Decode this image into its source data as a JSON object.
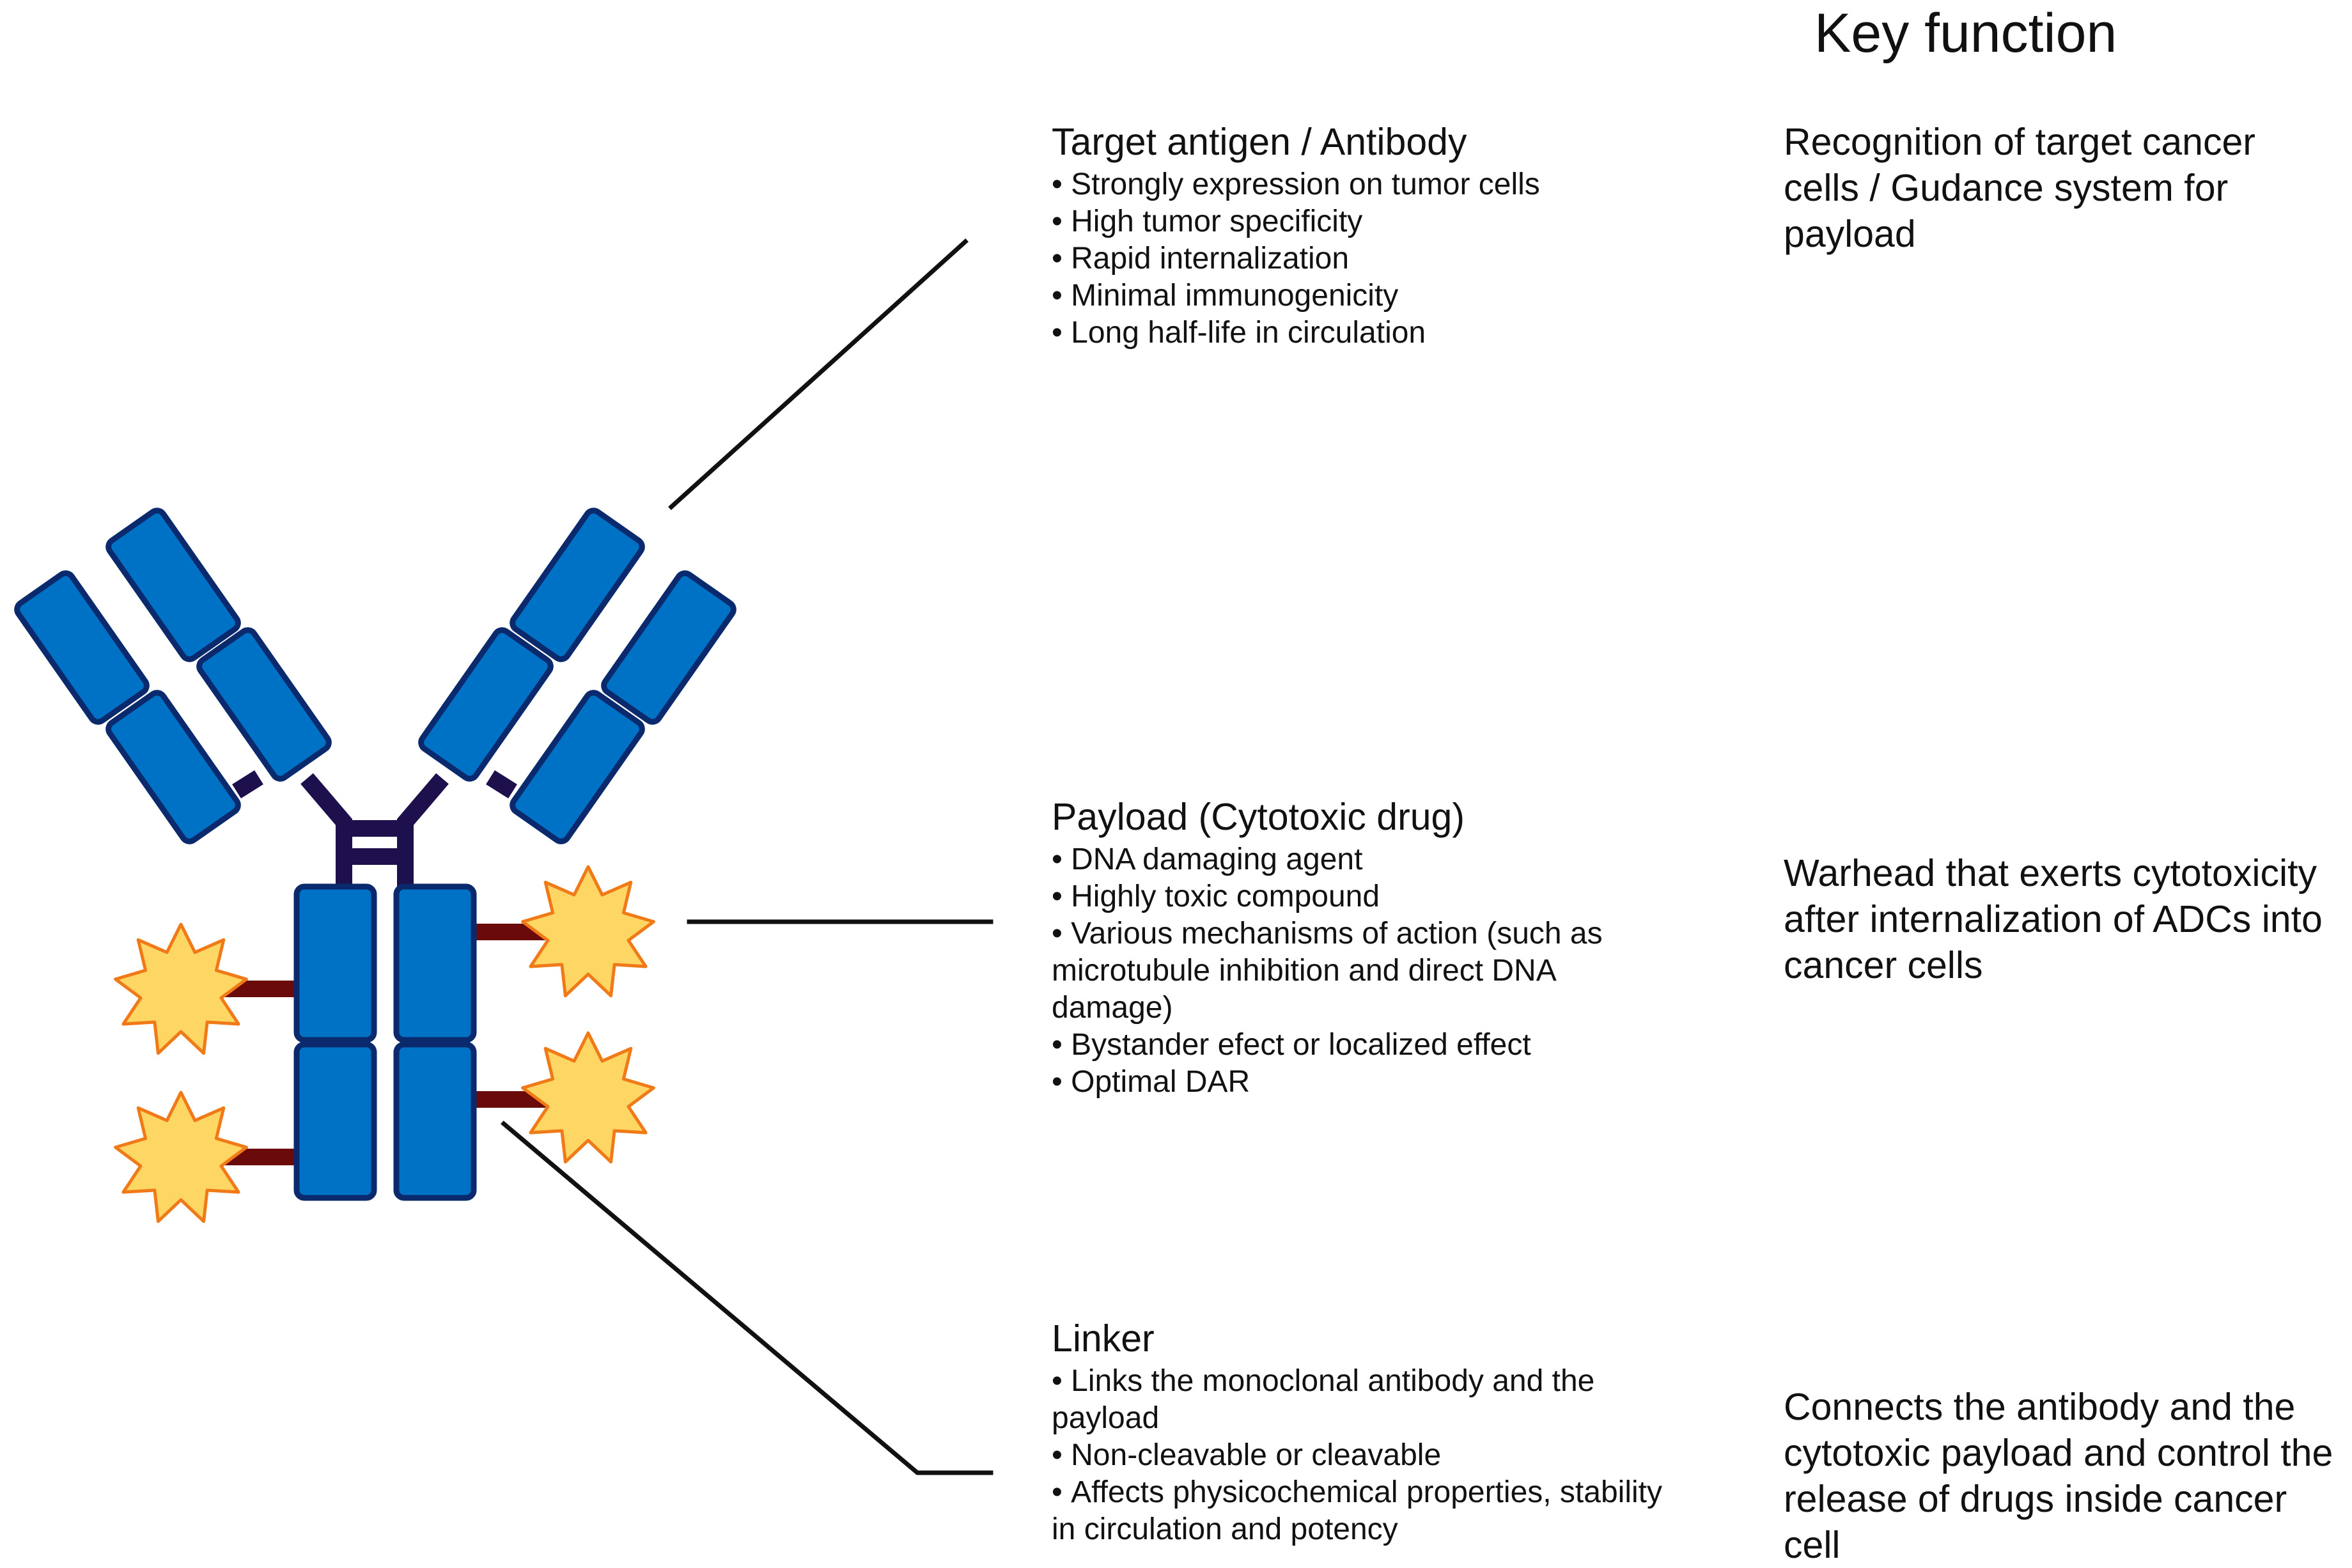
{
  "header": {
    "title": "Key function"
  },
  "sections": [
    {
      "title": "Target antigen / Antibody",
      "bullets": [
        "Strongly expression on tumor cells",
        "High tumor specificity",
        "Rapid internalization",
        "Minimal immunogenicity",
        "Long half-life in circulation"
      ],
      "function": "Recognition of target cancer cells / Gudance system for payload"
    },
    {
      "title": "Payload (Cytotoxic drug)",
      "bullets": [
        "DNA damaging agent",
        "Highly toxic compound",
        "Various mechanisms of action (such as microtubule inhibition and direct DNA damage)",
        "Bystander efect or localized effect",
        "Optimal DAR"
      ],
      "function": "Warhead that exerts cytotoxicity after internalization of ADCs into cancer cells"
    },
    {
      "title": "Linker",
      "bullets": [
        "Links the monoclonal antibody and the payload",
        "Non-cleavable or cleavable",
        "Affects physicochemical properties, stability in circulation and potency"
      ],
      "function": "Connects the antibody and the cytotoxic payload and control the release of drugs inside cancer cell"
    }
  ],
  "colors": {
    "domain_fill": "#0072C6",
    "domain_stroke": "#0B2A6E",
    "hinge": "#1E0F4D",
    "linker": "#6B0A0A",
    "payload_fill": "#FDD663",
    "payload_stroke": "#F07A18",
    "leader_line": "#111111"
  },
  "icons": [
    "antibody-icon",
    "payload-star-icon"
  ]
}
